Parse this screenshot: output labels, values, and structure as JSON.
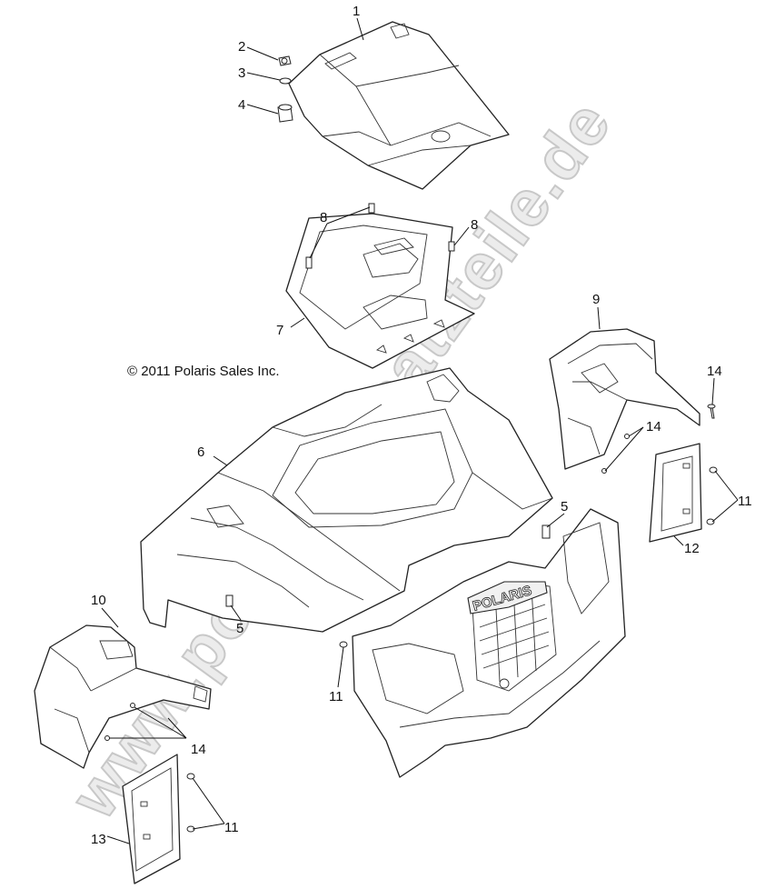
{
  "copyright": "© 2011 Polaris Sales Inc.",
  "watermark": "www.polaris-ersatzteile.de",
  "grille_logo": "POLARIS",
  "callouts": {
    "c1": "1",
    "c2": "2",
    "c3": "3",
    "c4": "4",
    "c5a": "5",
    "c5b": "5",
    "c6": "6",
    "c7": "7",
    "c8a": "8",
    "c8b": "8",
    "c9": "9",
    "c10": "10",
    "c11a": "11",
    "c11b": "11",
    "c11c": "11",
    "c12": "12",
    "c13": "13",
    "c14a": "14",
    "c14b": "14",
    "c14c": "14"
  }
}
